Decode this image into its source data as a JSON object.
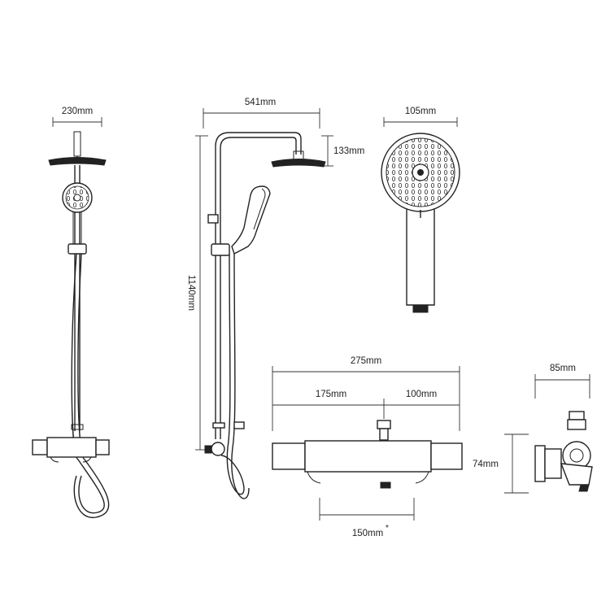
{
  "dimensions": {
    "front_width": "230mm",
    "rail_width": "541mm",
    "overhead_height": "133mm",
    "handset_diameter": "105mm",
    "total_height": "1140mm",
    "valve_width": "275mm",
    "valve_left": "175mm",
    "valve_right": "100mm",
    "valve_centres": "150mm",
    "valve_centres_note": "*",
    "valve_depth": "85mm",
    "valve_height": "74mm"
  }
}
